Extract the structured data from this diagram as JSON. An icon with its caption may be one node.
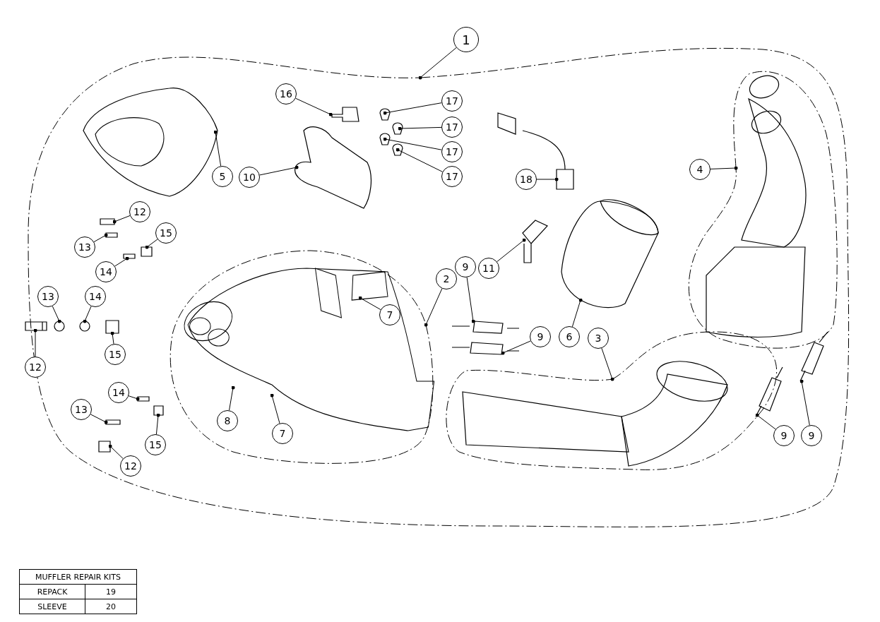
{
  "diagram": {
    "nodes": [
      {
        "text": [
          "1"
        ]
      },
      {
        "text": [
          "16"
        ]
      },
      {
        "text": [
          "17"
        ]
      },
      {
        "text": [
          "17"
        ]
      },
      {
        "text": [
          "17"
        ]
      },
      {
        "text": [
          "17"
        ]
      },
      {
        "text": [
          "4"
        ]
      },
      {
        "text": [
          "5"
        ]
      },
      {
        "text": [
          "10"
        ]
      },
      {
        "text": [
          "18"
        ]
      },
      {
        "text": [
          "12"
        ]
      },
      {
        "text": [
          "15"
        ]
      },
      {
        "text": [
          "13"
        ]
      },
      {
        "text": [
          "14"
        ]
      },
      {
        "text": [
          "11"
        ]
      },
      {
        "text": [
          "2"
        ]
      },
      {
        "text": [
          "9"
        ]
      },
      {
        "text": [
          "13"
        ]
      },
      {
        "text": [
          "14"
        ]
      },
      {
        "text": [
          "7"
        ]
      },
      {
        "text": [
          "6"
        ]
      },
      {
        "text": [
          "9"
        ]
      },
      {
        "text": [
          "3"
        ]
      },
      {
        "text": [
          "12"
        ]
      },
      {
        "text": [
          "15"
        ]
      },
      {
        "text": [
          "14"
        ]
      },
      {
        "text": [
          "13"
        ]
      },
      {
        "text": [
          "15"
        ]
      },
      {
        "text": [
          "8"
        ]
      },
      {
        "text": [
          "7"
        ]
      },
      {
        "text": [
          "12"
        ]
      },
      {
        "text": [
          "9"
        ]
      },
      {
        "text": [
          "9"
        ]
      }
    ],
    "edges": [
      {
        "from": 0,
        "to": null,
        "arrow": "other"
      },
      {
        "from": 1,
        "to": null,
        "arrow": "other"
      },
      {
        "from": 2,
        "to": null,
        "arrow": "other"
      },
      {
        "from": 3,
        "to": null,
        "arrow": "other"
      },
      {
        "from": 4,
        "to": null,
        "arrow": "other"
      },
      {
        "from": 5,
        "to": null,
        "arrow": "other"
      },
      {
        "from": 6,
        "to": null,
        "arrow": "other"
      },
      {
        "from": 7,
        "to": null,
        "arrow": "other"
      },
      {
        "from": 8,
        "to": null,
        "arrow": "other"
      },
      {
        "from": 9,
        "to": null,
        "arrow": "other"
      },
      {
        "from": 10,
        "to": null,
        "arrow": "other"
      },
      {
        "from": 11,
        "to": null,
        "arrow": "other"
      },
      {
        "from": 12,
        "to": null,
        "arrow": "other"
      },
      {
        "from": 13,
        "to": null,
        "arrow": "other"
      },
      {
        "from": 14,
        "to": null,
        "arrow": "other"
      },
      {
        "from": 15,
        "to": null,
        "arrow": "other"
      },
      {
        "from": 16,
        "to": null,
        "arrow": "other"
      },
      {
        "from": 17,
        "to": null,
        "arrow": "other"
      },
      {
        "from": 18,
        "to": null,
        "arrow": "other"
      },
      {
        "from": 19,
        "to": null,
        "arrow": "other"
      },
      {
        "from": 20,
        "to": null,
        "arrow": "other"
      },
      {
        "from": 21,
        "to": null,
        "arrow": "other"
      },
      {
        "from": 22,
        "to": null,
        "arrow": "other"
      },
      {
        "from": 23,
        "to": null,
        "arrow": "other"
      },
      {
        "from": 24,
        "to": null,
        "arrow": "other"
      },
      {
        "from": 25,
        "to": null,
        "arrow": "other"
      },
      {
        "from": 26,
        "to": null,
        "arrow": "other"
      },
      {
        "from": 27,
        "to": null,
        "arrow": "other"
      },
      {
        "from": 28,
        "to": null,
        "arrow": "other"
      },
      {
        "from": 29,
        "to": null,
        "arrow": "other"
      },
      {
        "from": 30,
        "to": null,
        "arrow": "other"
      },
      {
        "from": 31,
        "to": null,
        "arrow": "other"
      },
      {
        "from": 32,
        "to": null,
        "arrow": "other"
      }
    ],
    "labels": [
      "MUFFLER REPAIR KITS",
      "REPACK",
      "19",
      "SLEEVE",
      "20"
    ]
  }
}
